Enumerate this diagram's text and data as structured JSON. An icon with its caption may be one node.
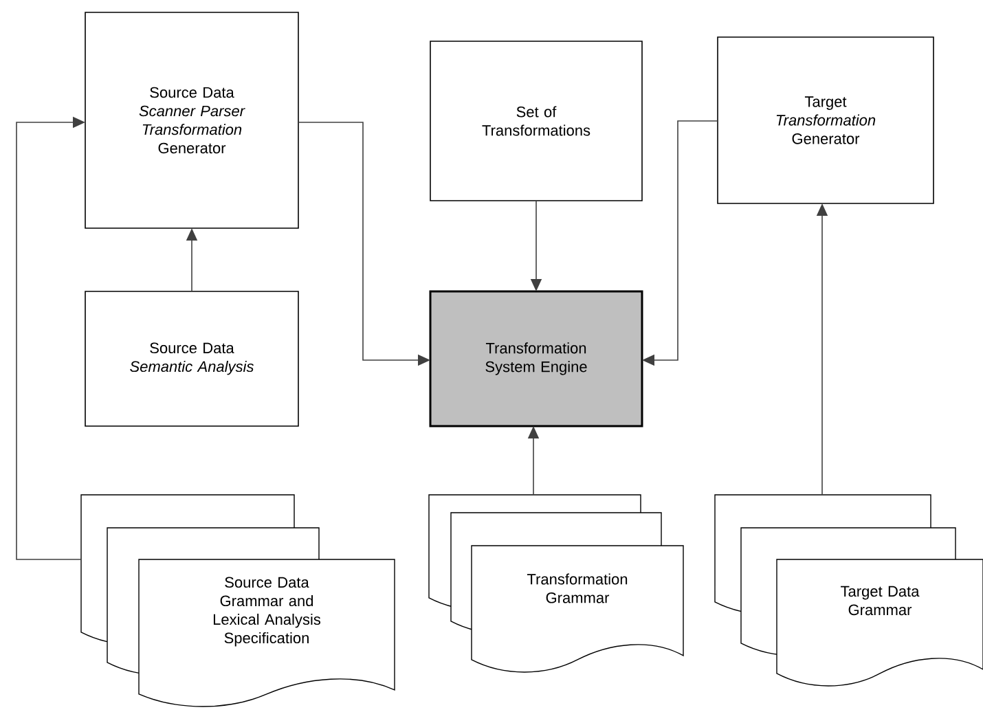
{
  "diagram": {
    "nodes": [
      {
        "text": [
          "Source Data *Scanner Parser Transformation* Generator"
        ]
      },
      {
        "text": [
          "Set of Transformations"
        ]
      },
      {
        "text": [
          "Target *Transformation* Generator"
        ]
      },
      {
        "text": [
          "Source Data *Semantic Analysis*"
        ]
      },
      {
        "text": [
          "Transformation System Engine"
        ]
      },
      {
        "text": [
          "Source Data Grammar and Lexical Analysis Specification"
        ]
      },
      {
        "text": [
          "Transformation Grammar"
        ]
      },
      {
        "text": [
          "Target Data Grammar"
        ]
      }
    ],
    "edges": [
      {
        "from": 5,
        "to": 0,
        "arrow": "to"
      },
      {
        "from": 3,
        "to": 0,
        "arrow": "to"
      },
      {
        "from": 0,
        "to": 4,
        "arrow": "to"
      },
      {
        "from": 1,
        "to": 4,
        "arrow": "to"
      },
      {
        "from": 2,
        "to": 4,
        "arrow": "to"
      },
      {
        "from": 6,
        "to": 4,
        "arrow": "to"
      },
      {
        "from": 7,
        "to": 2,
        "arrow": "to"
      }
    ]
  }
}
